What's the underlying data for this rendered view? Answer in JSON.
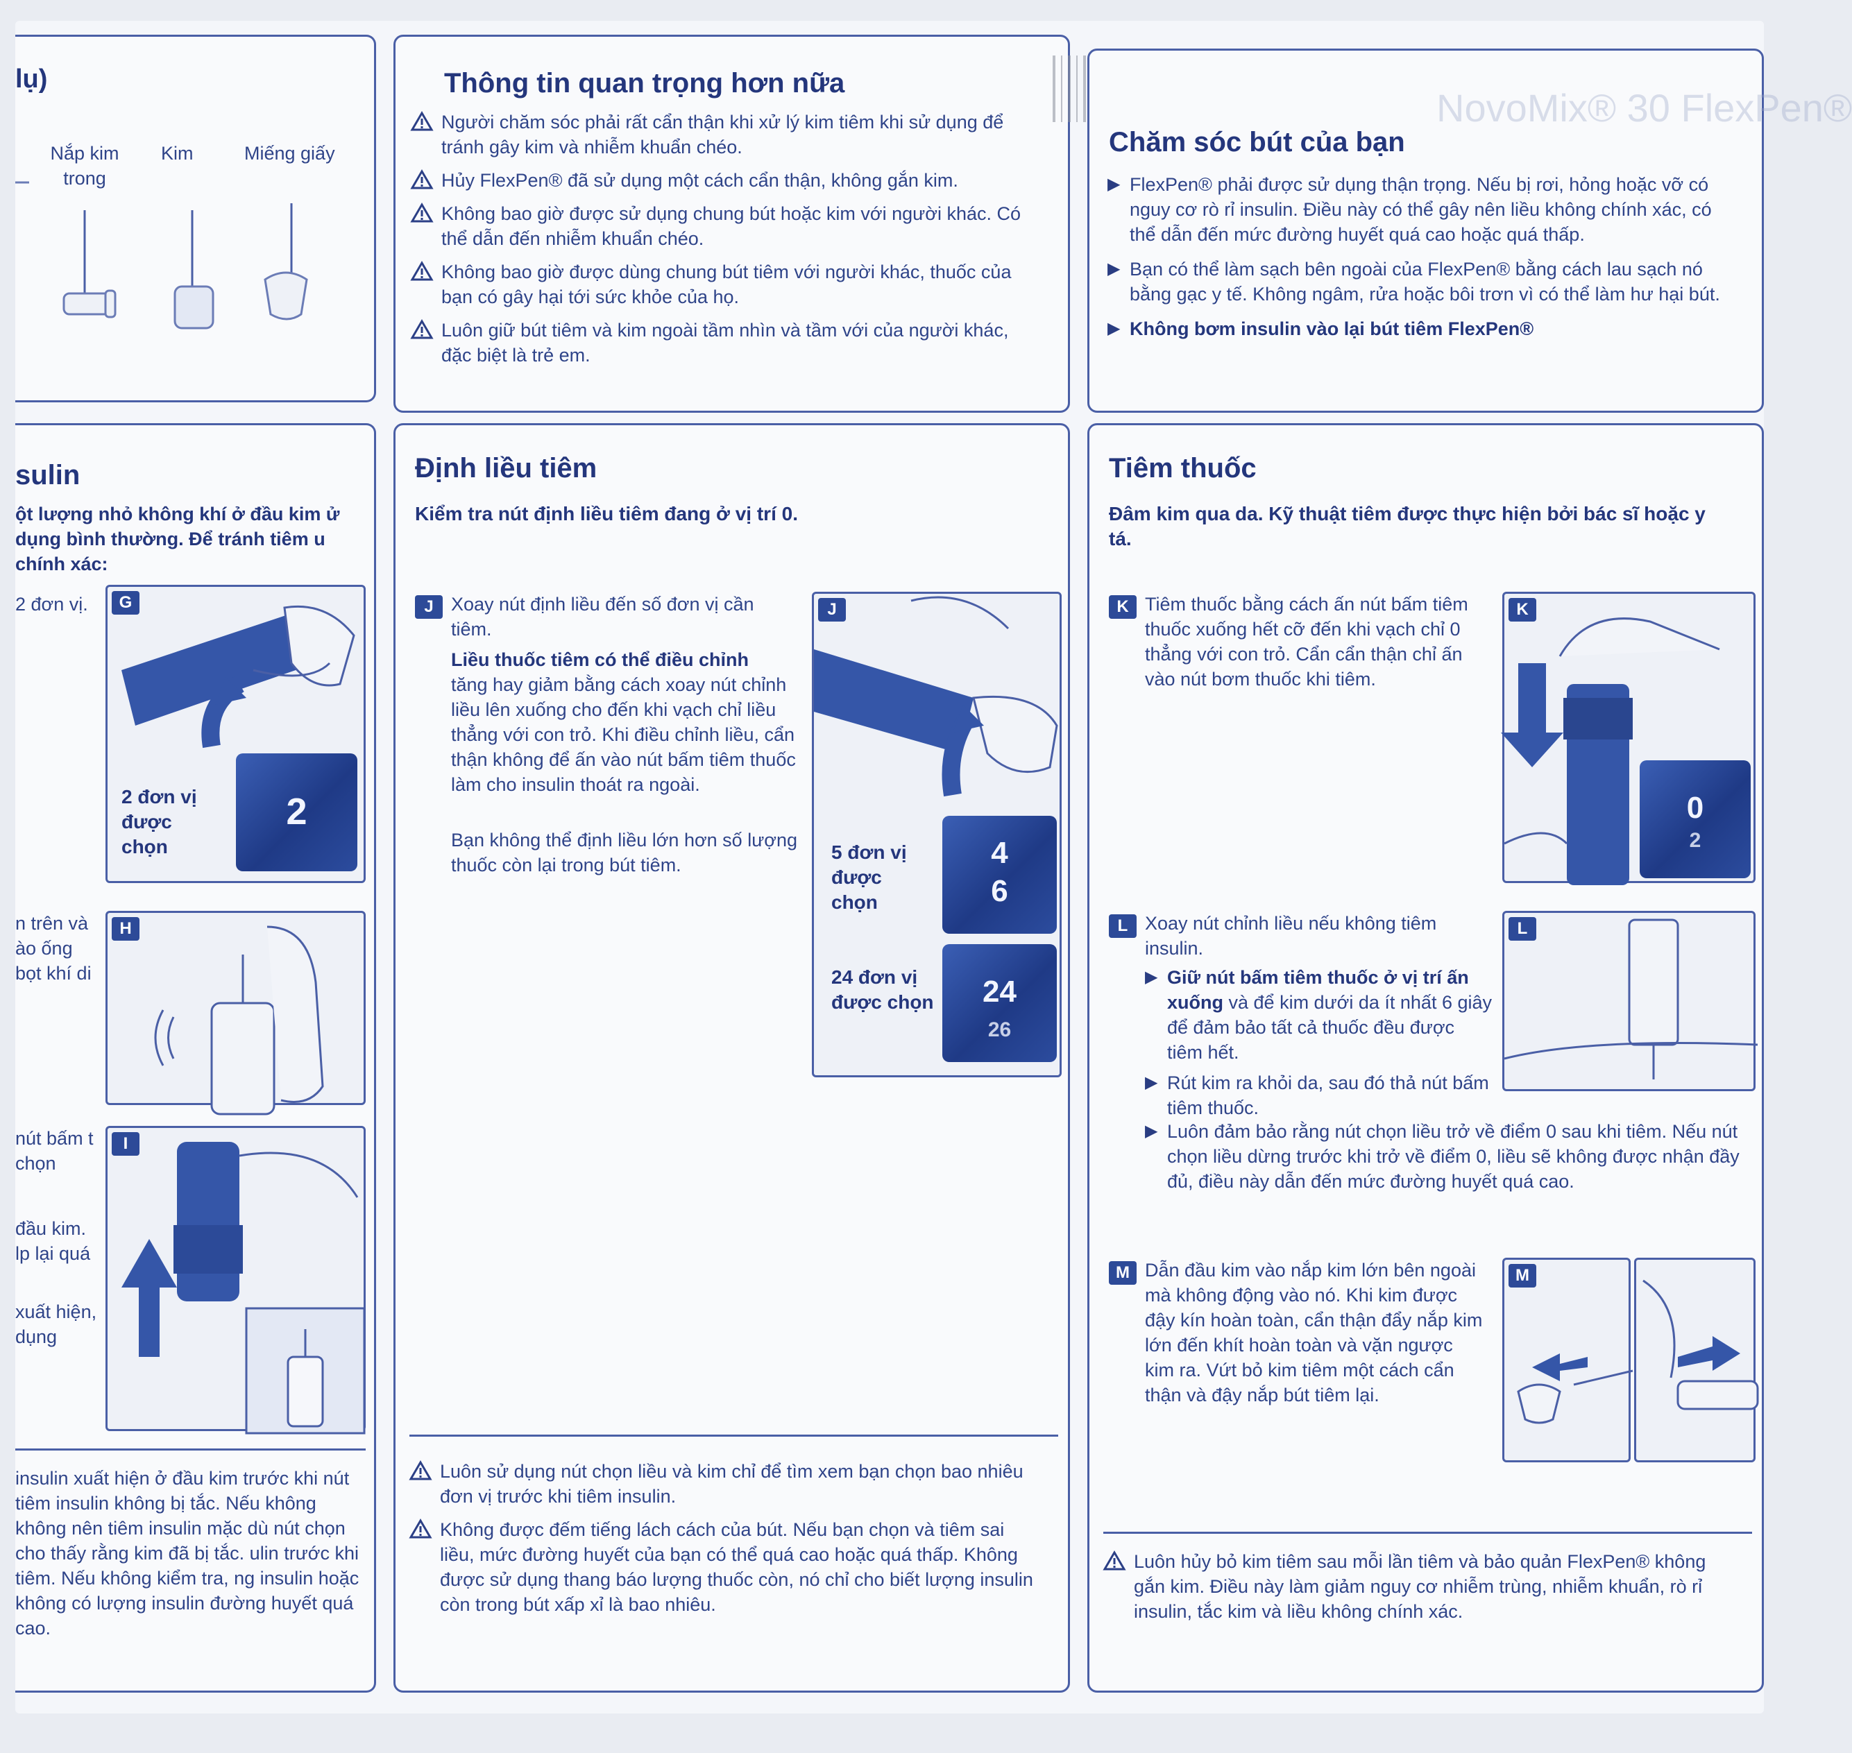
{
  "top_left": {
    "header_fragment": "lụ)",
    "labels": [
      "Nắp kim trong",
      "Kim",
      "Miếng giấy"
    ]
  },
  "important": {
    "title": "Thông tin quan trọng hơn nữa",
    "items": [
      "Người chăm sóc phải rất cẩn thận khi xử lý kim tiêm khi sử dụng để tránh gây kim và nhiễm khuẩn chéo.",
      "Hủy FlexPen® đã sử dụng một cách cẩn thận, không gắn kim.",
      "Không bao giờ được sử dụng chung bút hoặc kim với người khác. Có thể dẫn đến nhiễm khuẩn chéo.",
      "Không bao giờ được dùng chung bút tiêm với người khác, thuốc của bạn có gây hại tới sức khỏe của họ.",
      "Luôn giữ bút tiêm và kim ngoài tầm nhìn và tầm với của người khác, đặc biệt là trẻ em."
    ]
  },
  "care": {
    "title": "Chăm sóc bút của bạn",
    "items": [
      "FlexPen® phải được sử dụng thận trọng. Nếu bị rơi, hỏng hoặc vỡ có nguy cơ rò rỉ insulin. Điều này có thể gây nên liều không chính xác, có thể dẫn đến mức đường huyết quá cao hoặc quá thấp.",
      "Bạn có thể làm sạch bên ngoài của FlexPen® bằng cách lau sạch nó bằng gạc y tế. Không ngâm, rửa hoặc bôi trơn vì có thể làm hư hại bút."
    ],
    "bold_item": "Không bơm insulin vào lại bút tiêm FlexPen®",
    "bg_brand": "NovoMix® 30 FlexPen®"
  },
  "left_mid": {
    "title": "sulin",
    "intro": "ột lượng nhỏ không khí ở đầu kim ử dụng bình thường. Để tránh tiêm u chính xác:",
    "text_g": "2 đơn vị.",
    "dial_g_label": "2 đơn vị được chọn",
    "dial_g_nums": [
      "2"
    ],
    "text_h": "n trên và ào ống bọt khí di",
    "text_i_a": "nút bấm t chọn",
    "text_i_b": "đầu kim. lp lại quá",
    "text_i_c": "xuất hiện, dụng",
    "bottom": "insulin xuất hiện ở đầu kim trước khi nút tiêm insulin không bị tắc. Nếu không không nên tiêm insulin mặc dù nút chọn cho thấy rằng kim đã bị tắc. ulin trước khi tiêm. Nếu không kiểm tra, ng insulin hoặc không có lượng insulin đường huyết quá cao.",
    "badges": [
      "G",
      "H",
      "I"
    ]
  },
  "dose": {
    "title": "Định liều tiêm",
    "subtitle": "Kiểm tra nút định liều tiêm đang ở vị trí 0.",
    "badge": "J",
    "step": "Xoay nút định liều đến số đơn vị cần tiêm.",
    "adjust_title": "Liều thuốc tiêm có thể điều chỉnh",
    "adjust_text": "tăng hay giảm bằng cách xoay nút chỉnh liều lên xuống cho đến khi vạch chỉ liều thẳng với con trỏ. Khi điều chỉnh liều, cẩn thận không để ấn vào nút bấm tiêm thuốc làm cho insulin thoát ra ngoài.",
    "limit_text": "Bạn không thể định liều lớn hơn số lượng thuốc còn lại trong bút tiêm.",
    "dial_5_label": "5 đơn vị được chọn",
    "dial_5_nums": [
      "4",
      "6"
    ],
    "dial_24_label": "24 đơn vị được chọn",
    "dial_24_nums": [
      "24",
      "26"
    ],
    "warnings": [
      "Luôn sử dụng nút chọn liều và kim chỉ để tìm xem bạn chọn bao nhiêu đơn vị trước khi tiêm insulin.",
      "Không được đếm tiếng lách cách của bút. Nếu bạn chọn và tiêm sai liều, mức đường huyết của bạn có thể quá cao hoặc quá thấp. Không được sử dụng thang báo lượng thuốc còn, nó chỉ cho biết lượng insulin còn trong bút xấp xỉ là bao nhiêu."
    ]
  },
  "inject": {
    "title": "Tiêm thuốc",
    "subtitle": "Đâm kim qua da. Kỹ thuật tiêm được thực hiện bởi bác sĩ hoặc y tá.",
    "step_k": "Tiêm thuốc bằng cách ấn nút bấm tiêm thuốc xuống hết cỡ đến khi vạch chỉ 0 thẳng với con trỏ. Cẩn cẩn thận chỉ ấn vào nút bơm thuốc khi tiêm.",
    "dial_k_nums": [
      "0",
      "2"
    ],
    "step_l": "Xoay nút chỉnh liều nếu không tiêm insulin.",
    "step_l_bold": "Giữ nút bấm tiêm thuốc ở vị trí ấn xuống",
    "step_l_rest": "và để kim dưới da ít nhất 6 giây để đảm bảo tất cả thuốc đều được tiêm hết.",
    "step_l_2": "Rút kim ra khỏi da, sau đó thả nút bấm tiêm thuốc.",
    "step_l_3": "Luôn đảm bảo rằng nút chọn liều trở về điểm 0 sau khi tiêm. Nếu nút chọn liều dừng trước khi trở về điểm 0, liều sẽ không được nhận đầy đủ, điều này dẫn đến mức đường huyết quá cao.",
    "step_m": "Dẫn đầu kim vào nắp kim lớn bên ngoài mà không động vào nó. Khi kim được đậy kín hoàn toàn, cẩn thận đẩy nắp kim lớn đến khít hoàn toàn và vặn ngược kim ra. Vứt bỏ kim tiêm một cách cẩn thận và đậy nắp bút tiêm lại.",
    "warning": "Luôn hủy bỏ kim tiêm sau mỗi lần tiêm và bảo quản FlexPen® không gắn kim. Điều này làm giảm nguy cơ nhiễm trùng, nhiễm khuẩn, rò rỉ insulin, tắc kim và liều không chính xác.",
    "badges": [
      "K",
      "L",
      "M"
    ]
  },
  "colors": {
    "ink": "#2b3f86",
    "accent": "#2d4a98",
    "border": "#4a5fa6",
    "paper": "#f9fafc"
  }
}
